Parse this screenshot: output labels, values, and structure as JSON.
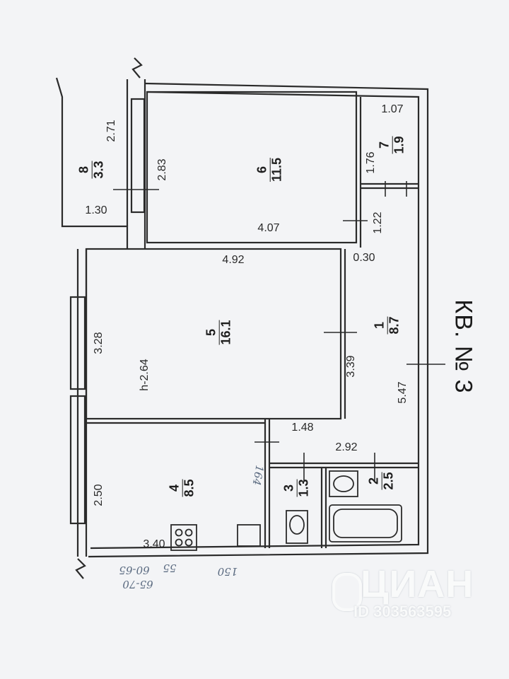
{
  "title": "КВ. № 3",
  "rooms": [
    {
      "id": "6",
      "area": "11.5"
    },
    {
      "id": "7",
      "area": "1.9"
    },
    {
      "id": "8",
      "area": "3.3"
    },
    {
      "id": "5",
      "area": "16.1"
    },
    {
      "id": "1",
      "area": "8.7"
    },
    {
      "id": "4",
      "area": "8.5"
    },
    {
      "id": "3",
      "area": "1.3"
    },
    {
      "id": "2",
      "area": "2.5"
    }
  ],
  "dims": {
    "d271": "2.71",
    "d283": "2.83",
    "d130": "1.30",
    "d107": "1.07",
    "d176": "1.76",
    "d407": "4.07",
    "d122": "1.22",
    "d492": "4.92",
    "d030": "0.30",
    "d328": "3.28",
    "d339": "3.39",
    "d547": "5.47",
    "d148": "1.48",
    "d292": "2.92",
    "d250": "2.50",
    "d340": "3.40"
  },
  "ceiling": "h-2.64",
  "handwritten": [
    "164",
    "60-65",
    "55",
    "150",
    "65-70"
  ],
  "watermark": {
    "logo": "ЦИАН",
    "id": "ID 303563595"
  }
}
